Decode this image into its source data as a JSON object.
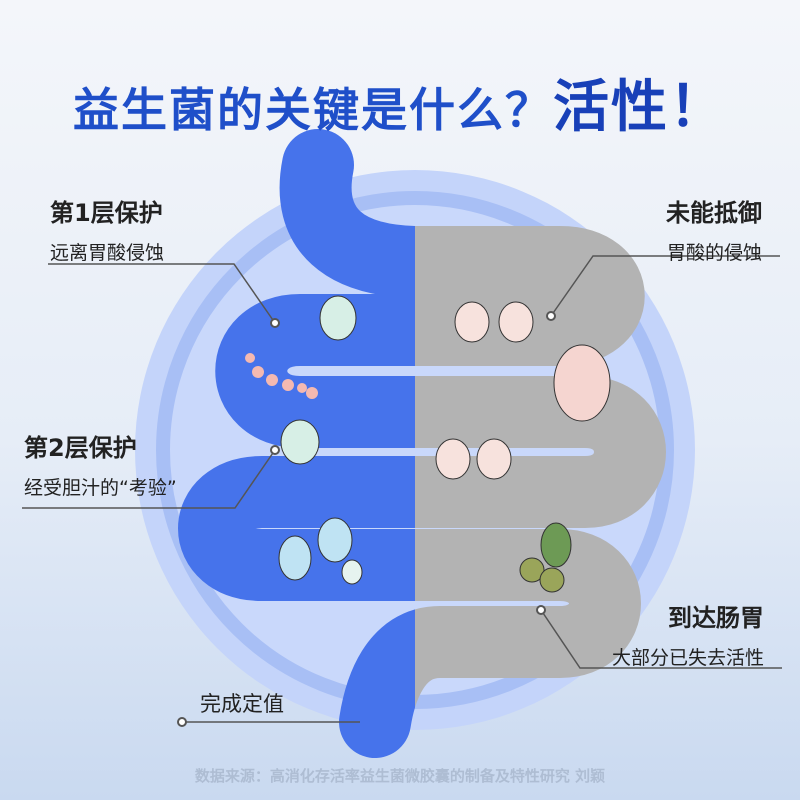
{
  "title": {
    "main": "益生菌的关键是什么？",
    "emphasis": "活性！"
  },
  "labels": {
    "layer1": {
      "heading": "第1层保护",
      "sub": "远离胃酸侵蚀"
    },
    "layer2": {
      "heading": "第2层保护",
      "sub": "经受胆汁的“考验”"
    },
    "done": {
      "heading": "完成定值"
    },
    "fail": {
      "heading": "未能抵御",
      "sub": "胃酸的侵蚀"
    },
    "arrive": {
      "heading": "到达肠胃",
      "sub": "大部分已失去活性"
    }
  },
  "footer": "数据来源：高消化存活率益生菌微胶囊的制备及特性研究 刘颖",
  "colors": {
    "protected": "#4673eb",
    "unprotected": "#b3b3b3",
    "title": "#1f4fc9",
    "circle": "#c9d8fb"
  }
}
